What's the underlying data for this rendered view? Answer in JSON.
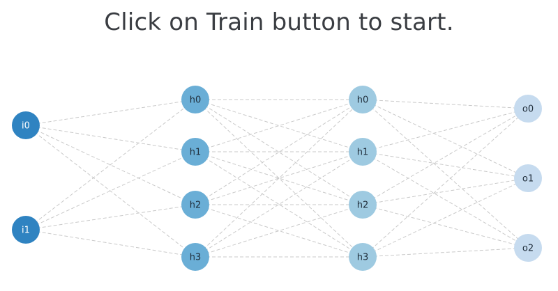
{
  "status": {
    "message": "Click on Train button to start."
  },
  "network": {
    "layers": [
      {
        "name": "input",
        "color": "#2f83c1",
        "label_color": "#ffffff",
        "nodes": [
          "i0",
          "i1"
        ]
      },
      {
        "name": "hidden-1",
        "color": "#6aaed6",
        "label_color": "#1f2d3a",
        "nodes": [
          "h0",
          "h1",
          "h2",
          "h3"
        ]
      },
      {
        "name": "hidden-2",
        "color": "#9ecae1",
        "label_color": "#1f2d3a",
        "nodes": [
          "h0",
          "h1",
          "h2",
          "h3"
        ]
      },
      {
        "name": "output",
        "color": "#c6dbef",
        "label_color": "#1f2d3a",
        "nodes": [
          "o0",
          "o1",
          "o2"
        ]
      }
    ],
    "edge_color": "#c9c9c9",
    "edge_style": "dashed",
    "connectivity": "fully-connected"
  }
}
